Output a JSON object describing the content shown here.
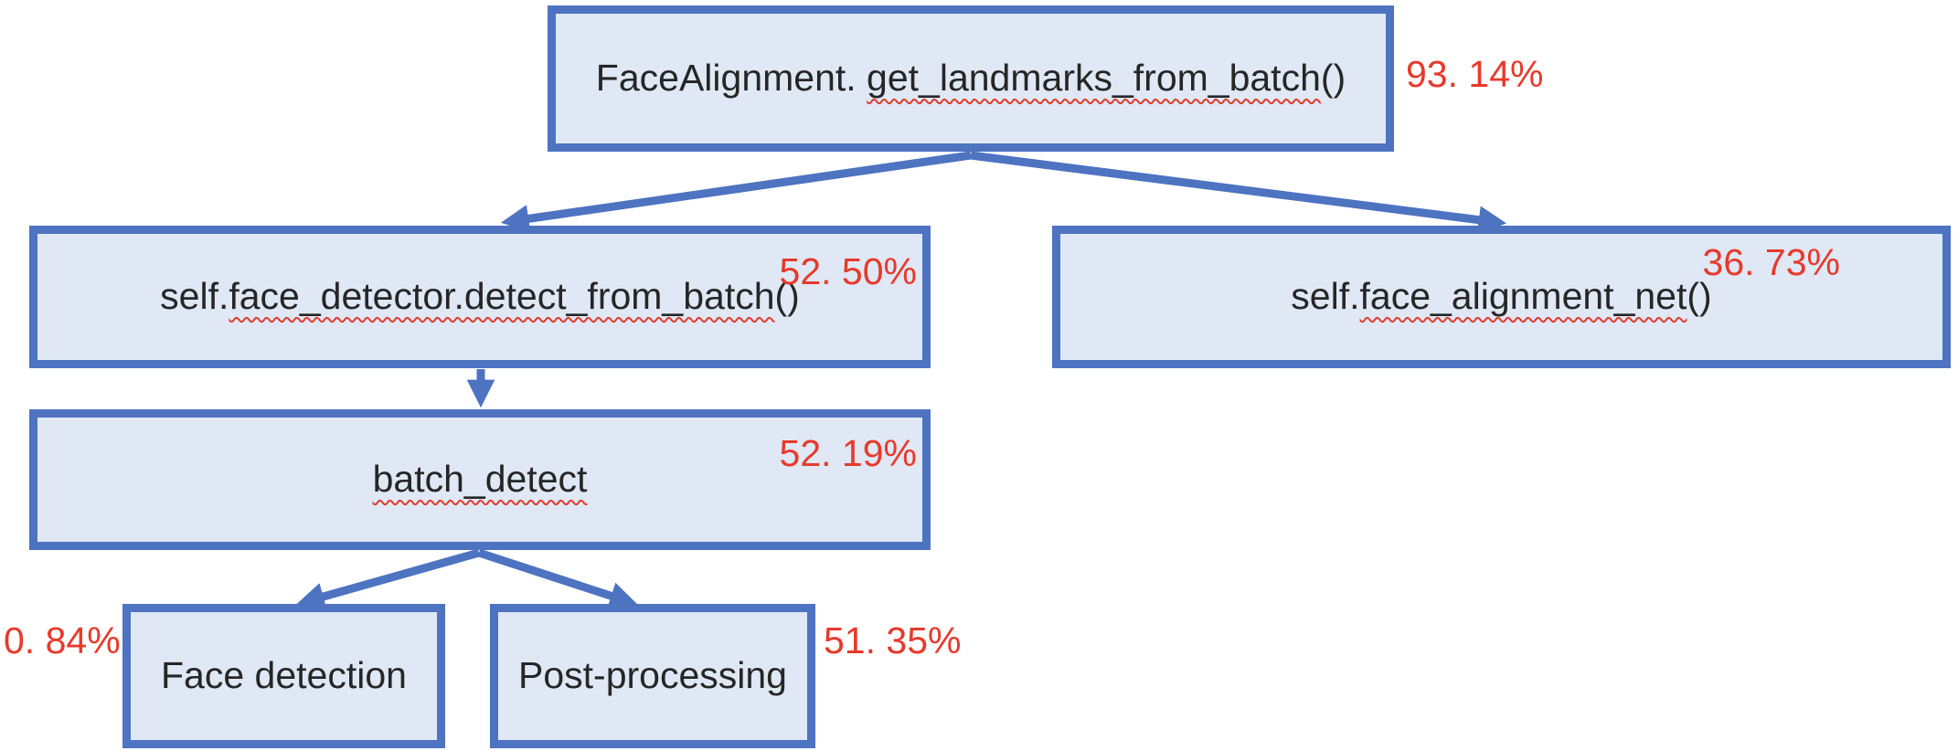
{
  "colors": {
    "box_fill": "#dfe8f4",
    "box_border": "#4d73c1",
    "percent_text": "#e8392b",
    "label_text": "#262626",
    "wavy_underline": "#e03c2d",
    "background": "#ffffff"
  },
  "nodes": {
    "root": {
      "pre": "FaceAlignment. ",
      "wavy": "get_landmarks_from_batch",
      "post": "()",
      "percent": "93. 14%"
    },
    "detect_from_batch": {
      "pre": "self.",
      "wavy": "face_detector.detect_from_batch",
      "post": "()",
      "percent": "52. 50%"
    },
    "face_alignment_net": {
      "pre": "self.",
      "wavy": "face_alignment_net",
      "post": "()",
      "percent": "36. 73%"
    },
    "batch_detect": {
      "pre": "",
      "wavy": "batch_detect",
      "post": "",
      "percent": "52. 19%"
    },
    "face_detection": {
      "pre": "Face detection",
      "wavy": "",
      "post": "",
      "percent": "0. 84%"
    },
    "post_processing": {
      "pre": "Post-processing",
      "wavy": "",
      "post": "",
      "percent": "51. 35%"
    }
  }
}
